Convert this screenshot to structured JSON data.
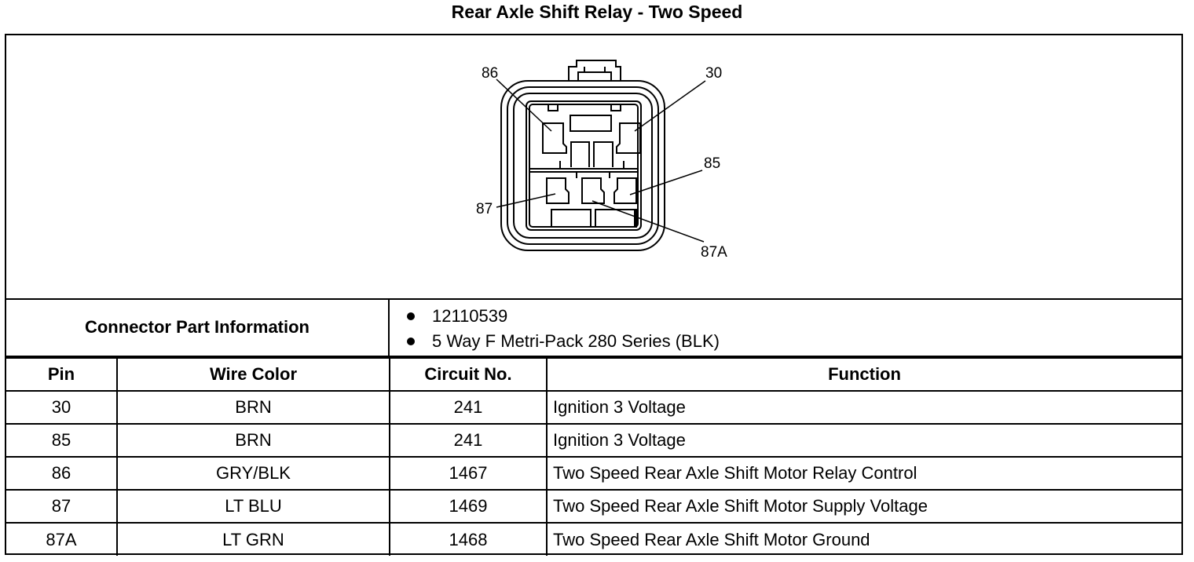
{
  "title": "Rear Axle Shift Relay - Two Speed",
  "diagram": {
    "pin_labels": {
      "p86": "86",
      "p30": "30",
      "p85": "85",
      "p87": "87",
      "p87a": "87A"
    }
  },
  "connector_info": {
    "label": "Connector Part Information",
    "items": [
      "12110539",
      "5 Way F Metri-Pack 280 Series (BLK)"
    ]
  },
  "table": {
    "headers": {
      "pin": "Pin",
      "wire_color": "Wire Color",
      "circuit": "Circuit No.",
      "function": "Function"
    },
    "rows": [
      {
        "pin": "30",
        "wire_color": "BRN",
        "circuit": "241",
        "function": "Ignition 3 Voltage"
      },
      {
        "pin": "85",
        "wire_color": "BRN",
        "circuit": "241",
        "function": "Ignition 3 Voltage"
      },
      {
        "pin": "86",
        "wire_color": "GRY/BLK",
        "circuit": "1467",
        "function": "Two Speed Rear Axle Shift Motor Relay Control"
      },
      {
        "pin": "87",
        "wire_color": "LT BLU",
        "circuit": "1469",
        "function": "Two Speed Rear Axle Shift Motor Supply Voltage"
      },
      {
        "pin": "87A",
        "wire_color": "LT GRN",
        "circuit": "1468",
        "function": "Two Speed Rear Axle Shift Motor Ground"
      }
    ]
  }
}
